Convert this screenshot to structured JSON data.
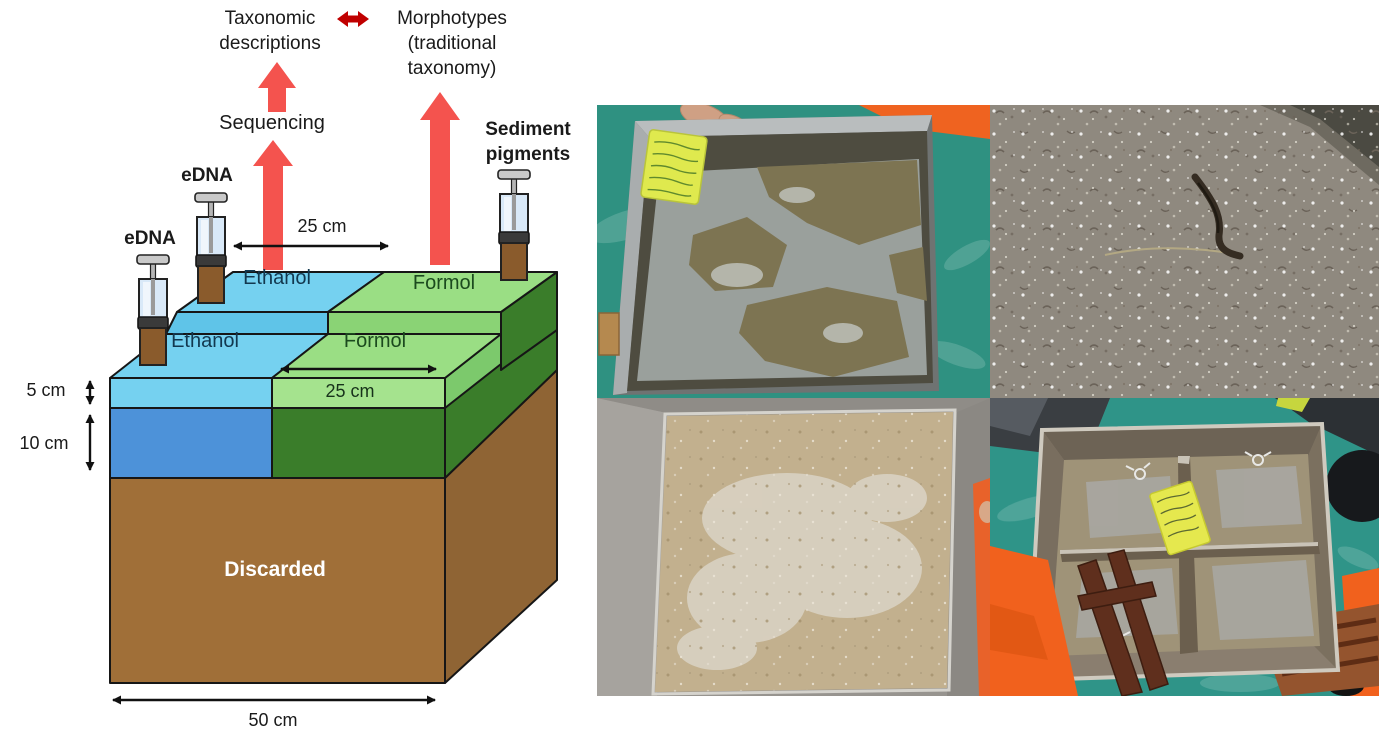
{
  "figure": {
    "flow": {
      "taxonomic_line1": "Taxonomic",
      "taxonomic_line2": "descriptions",
      "morphotypes_line1": "Morphotypes",
      "morphotypes_line2": "(traditional",
      "morphotypes_line3": "taxonomy)",
      "sequencing": "Sequencing",
      "sediment_pigments_line1": "Sediment",
      "sediment_pigments_line2": "pigments",
      "edna_back": "eDNA",
      "edna_front": "eDNA"
    },
    "box": {
      "ethanol_back": "Ethanol",
      "formol_back": "Formol",
      "ethanol_front": "Ethanol",
      "formol_front": "Formol",
      "discarded": "Discarded",
      "dim_top": "25 cm",
      "dim_front": "25 cm",
      "dim_5": "5 cm",
      "dim_10": "10 cm",
      "dim_50": "50 cm"
    },
    "colors": {
      "layer5_blue": "#75d1f0",
      "layer5_green": "#9ade84",
      "layer5_green_light": "#a5e38e",
      "layer10_blue": "#4d92d9",
      "layer10_green": "#3a7d2a",
      "discarded_brown": "#a06f38",
      "discarded_brown_side": "#8f6434",
      "arrow_red": "#f4534e",
      "link_red": "#c00000",
      "syringe_brown": "#8a5b2c",
      "label_yellow": "#e3e94c",
      "deck_teal": "#2f9488",
      "suit_orange": "#f1611d"
    },
    "photos": {
      "top_left": "Box corer with sediment and overlying water, hand holding yellow sample label",
      "top_right": "Close-up of sediment surface with shell fragments and a worm tube",
      "bottom_left": "Muddy sediment surface inside box corer",
      "bottom_right": "Box corer divided into four subsamples with yellow label and crew in orange suits"
    }
  }
}
